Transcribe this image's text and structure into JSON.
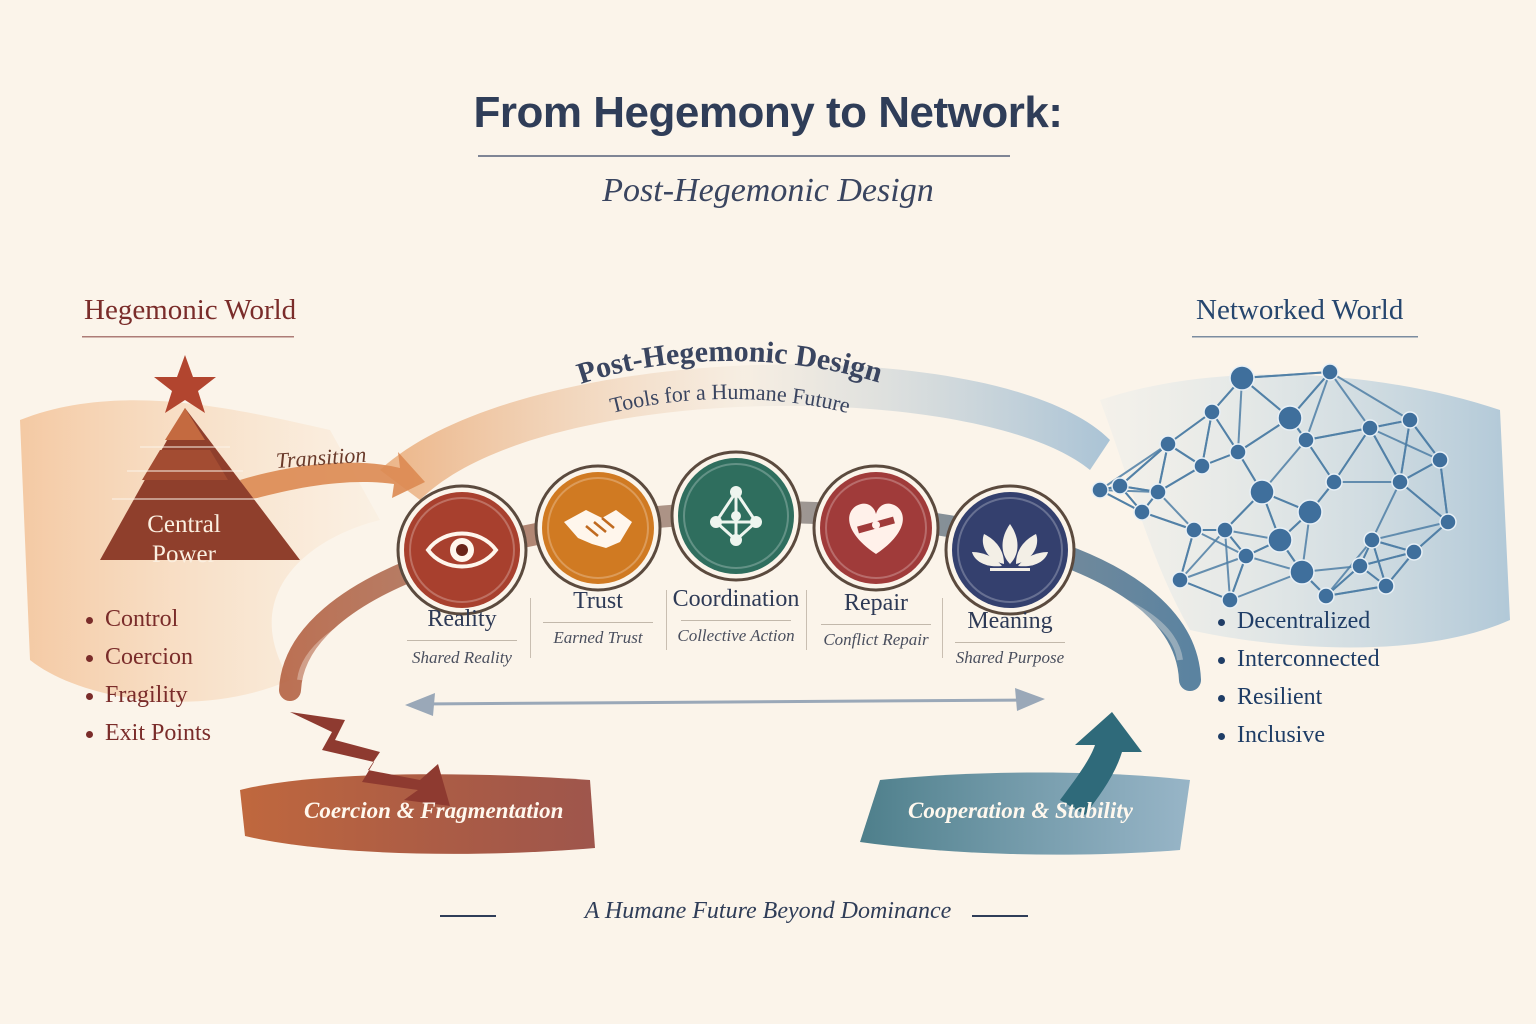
{
  "title": "From Hegemony to Network:",
  "subtitle": "Post-Hegemonic Design",
  "left_panel": {
    "heading": "Hegemonic World",
    "pyramid_label_line1": "Central",
    "pyramid_label_line2": "Power",
    "bullets": [
      "Control",
      "Coercion",
      "Fragility",
      "Exit Points"
    ],
    "transition_label": "Transition",
    "outcome_label": "Coercion & Fragmentation"
  },
  "center": {
    "arc_title": "Post-Hegemonic Design",
    "arc_subtitle": "Tools for a Humane Future",
    "tools": [
      {
        "name": "Reality",
        "desc": "Shared Reality",
        "icon": "eye-icon",
        "color": "#a8402e"
      },
      {
        "name": "Trust",
        "desc": "Earned Trust",
        "icon": "handshake-icon",
        "color": "#d07a22"
      },
      {
        "name": "Coordination",
        "desc": "Collective Action",
        "icon": "network-node-icon",
        "color": "#2f6e5e"
      },
      {
        "name": "Repair",
        "desc": "Conflict Repair",
        "icon": "mended-heart-icon",
        "color": "#a03b3a"
      },
      {
        "name": "Meaning",
        "desc": "Shared Purpose",
        "icon": "lotus-icon",
        "color": "#34406e"
      }
    ]
  },
  "right_panel": {
    "heading": "Networked World",
    "bullets": [
      "Decentralized",
      "Interconnected",
      "Resilient",
      "Inclusive"
    ],
    "outcome_label": "Cooperation & Stability"
  },
  "tagline": "A Humane Future Beyond Dominance",
  "colors": {
    "background": "#fbf4ea",
    "hegemonic": "#7a2c2a",
    "networked": "#26466e",
    "title": "#2f3d58"
  }
}
